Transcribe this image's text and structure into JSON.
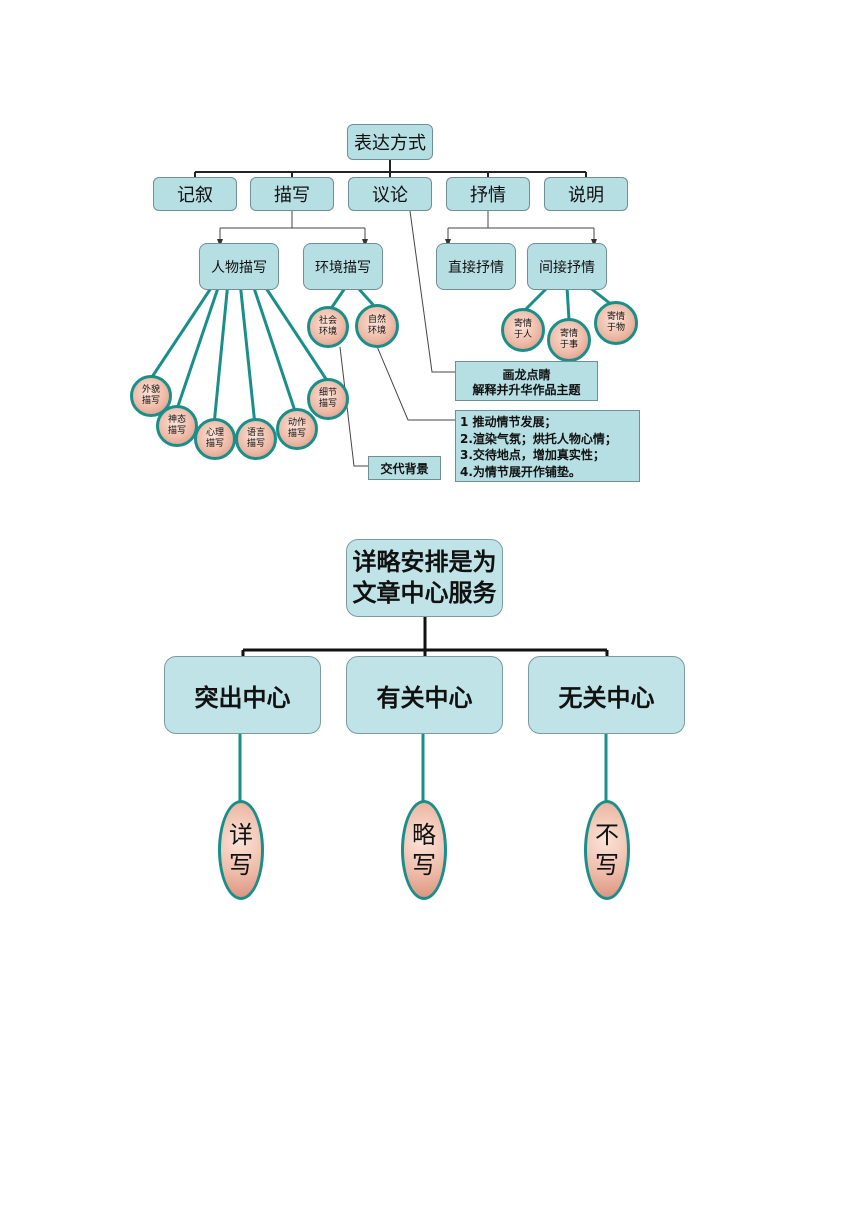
{
  "top": {
    "root": "表达方式",
    "level1": [
      "记叙",
      "描写",
      "议论",
      "抒情",
      "说明"
    ],
    "miaoxie_children": [
      "人物描写",
      "环境描写"
    ],
    "shuqing_children": [
      "直接抒情",
      "间接抒情"
    ],
    "renwu_bubbles": [
      "外貌\n描写",
      "神态\n描写",
      "心理\n描写",
      "语言\n描写",
      "动作\n描写",
      "细节\n描写"
    ],
    "huanjing_bubbles": [
      "社会\n环境",
      "自然\n环境"
    ],
    "jianjie_bubbles": [
      "寄情\n于人",
      "寄情\n于事",
      "寄情\n于物"
    ],
    "yilun_note": [
      "画龙点睛",
      "解释并升华作品主题"
    ],
    "ziran_note": [
      "1 推动情节发展；",
      "2.渲染气氛；烘托人物心情；",
      "3.交待地点，增加真实性；",
      "4.为情节展开作铺垫。"
    ],
    "shehui_note": "交代背景"
  },
  "bottom": {
    "root_line1": "详略安排是为",
    "root_line2": "文章中心服务",
    "branches": [
      "突出中心",
      "有关中心",
      "无关中心"
    ],
    "bubbles": [
      "详\n写",
      "略\n写",
      "不\n写"
    ]
  }
}
